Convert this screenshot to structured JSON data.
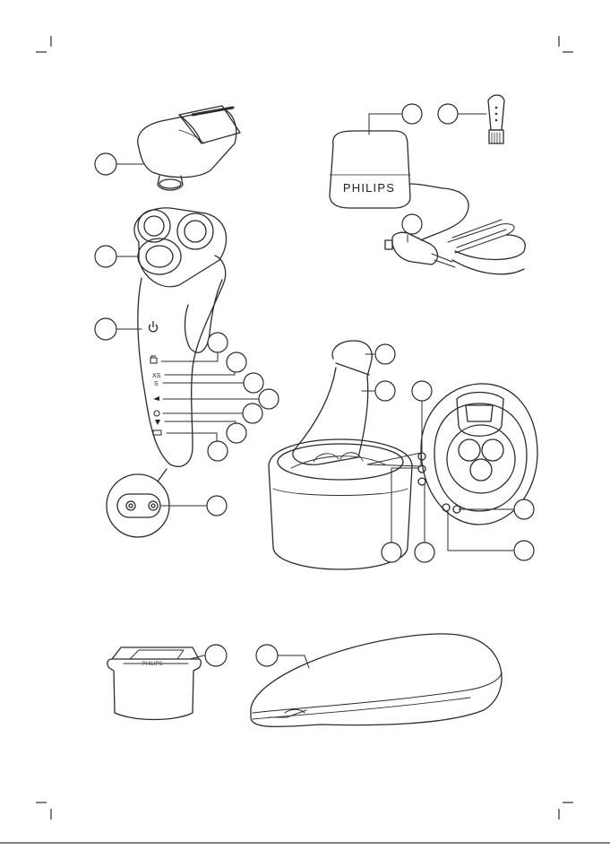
{
  "adapter": {
    "brand": "PHILIPS"
  },
  "shaver_panel": {
    "mode_xs": "XS",
    "mode_s": "S"
  },
  "cartridge": {
    "brand": "PHILIPS"
  },
  "colors": {
    "line": "#2b2b2b",
    "callout_fill": "#ffffff",
    "background": "#ffffff"
  },
  "icons": [
    "power-icon",
    "travel-lock-icon",
    "cleaning-icon",
    "replace-icon",
    "battery-icon"
  ]
}
